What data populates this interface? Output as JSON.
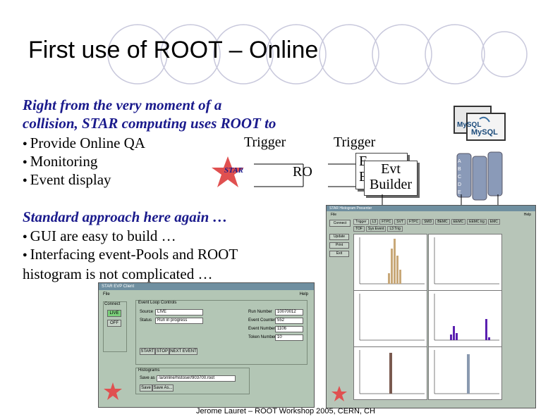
{
  "slide": {
    "title": "First use of ROOT – Online",
    "intro_line1": "Right from the very moment of a",
    "intro_line2": "collision, STAR computing uses ROOT to",
    "bullets": [
      "Provide Online QA",
      "Monitoring",
      "Event display"
    ],
    "section2": "Standard approach here again …",
    "bullets2": [
      "GUI are easy to build …",
      "Interfacing event-Pools and ROOT"
    ],
    "continuation": "histogram is not complicated …",
    "footer": "Jerome Lauret – ROOT Workshop 2005, CERN, CH"
  },
  "diagram": {
    "trigger1": "Trigger",
    "trigger2": "Trigger",
    "star_label": "STAR",
    "ro_label": "RO",
    "evt_builder_line1": "Evt",
    "evt_builder_line2": "Builder",
    "back_box_letters": [
      "E",
      "E"
    ],
    "mysql_label": "MySQL",
    "db_letters": [
      "A",
      "B",
      "C",
      "D",
      "E"
    ]
  },
  "evp_client": {
    "title": "STAR EVP Client",
    "menu_file": "File",
    "menu_help": "Help",
    "connect_label": "Connect",
    "live_button": "LIVE",
    "off_button": "OFF",
    "event_group_title": "Event Loop Controls",
    "source_label": "Source",
    "source_value": "LIVE",
    "status_label": "Status",
    "status_value": "Run in progress",
    "buttons": [
      "START",
      "STOP",
      "NEXT EVENT"
    ],
    "run_number_label": "Run Number",
    "run_number_value": "10070012",
    "event_counter_label": "Event Counter",
    "event_counter_value": "552",
    "event_number_label": "Event Number",
    "event_number_value": "1106",
    "token_number_label": "Token Number",
    "token_number_value": "10",
    "histogram_group_title": "Histograms",
    "save_as_label": "Save as",
    "save_as_value": "/a/online/histoser/903700.root",
    "save_button": "Save",
    "save_as_button": "Save As..."
  },
  "presenter": {
    "title": "STAR Histogram Presenter",
    "menu_file": "File",
    "menu_help": "Help",
    "connect_label": "Connect",
    "tabs": [
      "Trigger",
      "L3",
      "FTPC",
      "SVT",
      "FTPC",
      "SMD",
      "BEMC",
      "EEMC",
      "EEMC trg",
      "EMC"
    ],
    "subtabs": [
      "TOF",
      "Sys Event",
      "L3 Trig"
    ],
    "side_buttons": [
      "Update",
      "Print",
      "Exit"
    ]
  },
  "colors": {
    "title_text": "#000000",
    "body_blue": "#1a1a8c",
    "star_red": "#e05050",
    "gui_green": "#b3c6b5",
    "hist_tan": "#c8a878",
    "hist_purple": "#5a20b0"
  }
}
